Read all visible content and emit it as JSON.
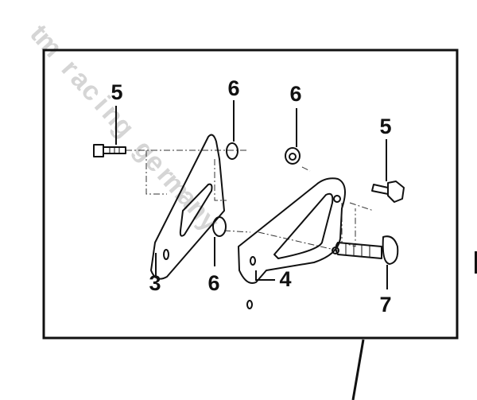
{
  "diagram": {
    "watermark": "tm racing germany",
    "callouts": {
      "bolt_left": "5",
      "nut_top_left": "6",
      "nut_top_right": "6",
      "bolt_right": "5",
      "bracket_left": "3",
      "nut_bottom": "6",
      "bracket_right": "4",
      "bolt_long": "7"
    }
  }
}
